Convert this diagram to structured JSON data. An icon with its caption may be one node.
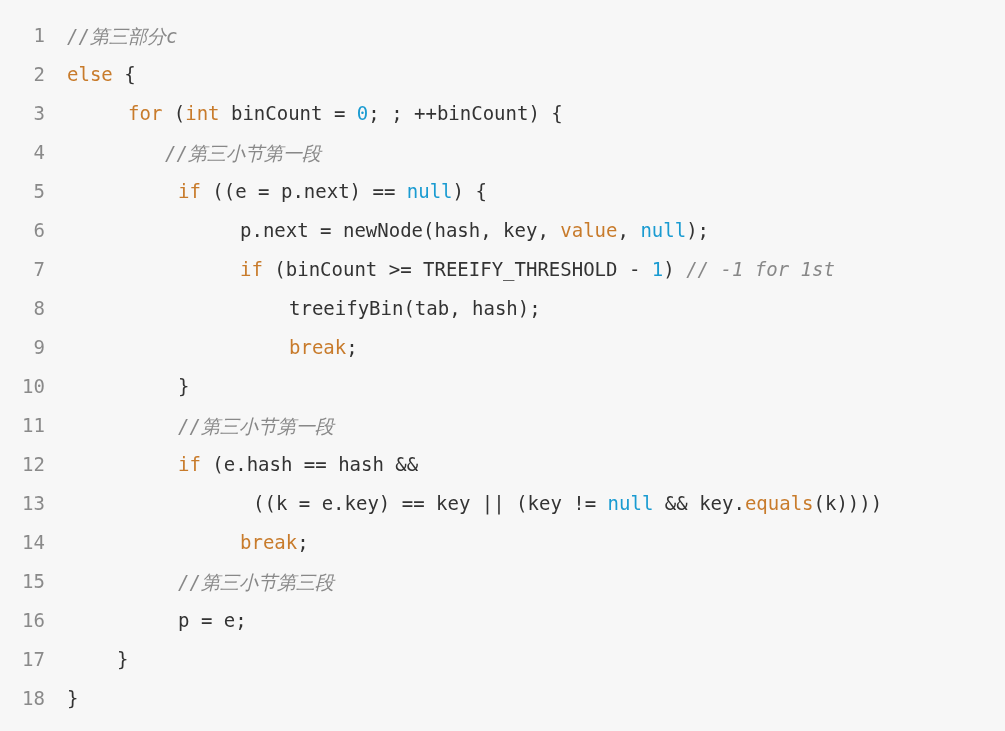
{
  "diagram": {
    "labels": [
      "1",
      "//第三部分c",
      "2",
      "else {",
      "3",
      "for (int binCount = 0; ; ++binCount) {",
      "4",
      "//第三小节第一段",
      "5",
      "if ((e = p.next) == null) {",
      "6",
      "p.next = newNode(hash, key, value, null);",
      "7",
      "if (binCount >= TREEIFY_THRESHOLD - 1) // -1 for 1st",
      "8",
      "treeifyBin(tab, hash);",
      "9",
      "break;",
      "10",
      "}",
      "11",
      "//第三小节第一段",
      "12",
      "if (e.hash == hash &&",
      "13",
      "((k = e.key) == key || (key != null && key.equals(k))))",
      "14",
      "break;",
      "15",
      "//第三小节第三段",
      "16",
      "p = e;",
      "17",
      "}",
      "18",
      "}"
    ]
  }
}
